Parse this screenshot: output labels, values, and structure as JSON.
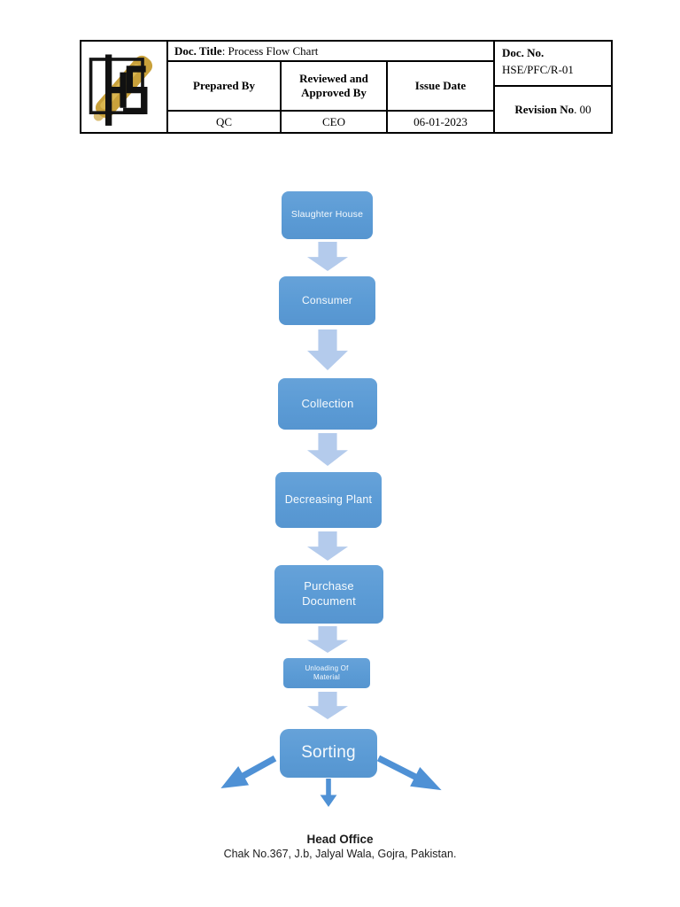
{
  "header": {
    "logo": {
      "letters": "HS",
      "gold_color": "#c9a13b",
      "ink_color": "#161616"
    },
    "doc_title_label": "Doc. Title",
    "doc_title_value": ": Process Flow Chart",
    "columns": [
      {
        "label": "Prepared By",
        "value": "QC"
      },
      {
        "label": "Reviewed and Approved By",
        "value": "CEO"
      },
      {
        "label": "Issue Date",
        "value": "06-01-2023"
      }
    ],
    "doc_no_label": "Doc. No.",
    "doc_no_value": "HSE/PFC/R-01",
    "revision_label": "Revision No",
    "revision_value": ". 00"
  },
  "flowchart": {
    "steps": [
      "Slaughter House",
      "Consumer",
      "Collection",
      "Decreasing Plant",
      "Purchase Document",
      "Unloading Of Material",
      "Sorting"
    ],
    "colors": {
      "box_fill": "#5b9bd5",
      "light_arrow": "#b4cbec",
      "dark_arrow": "#4f91d5"
    }
  },
  "footer": {
    "title": "Head Office",
    "address": "Chak No.367, J.b, Jalyal Wala, Gojra, Pakistan."
  }
}
